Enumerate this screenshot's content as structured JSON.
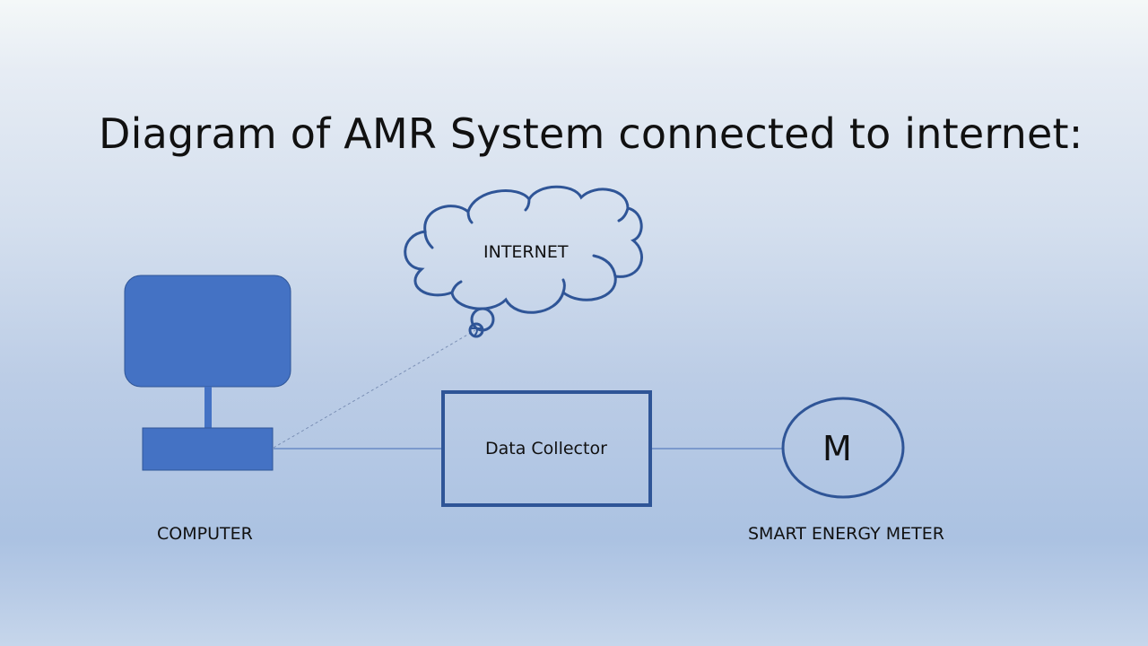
{
  "slide": {
    "title": "Diagram of AMR System connected to internet:"
  },
  "diagram": {
    "nodes": {
      "internet": {
        "label": "INTERNET",
        "shape": "cloud"
      },
      "computer": {
        "label": "COMPUTER",
        "shape": "monitor-and-base"
      },
      "data_collector": {
        "label": "Data Collector",
        "shape": "rectangle"
      },
      "meter": {
        "symbol": "M",
        "label": "SMART ENERGY METER",
        "shape": "circle"
      }
    },
    "edges": [
      {
        "from": "computer",
        "to": "internet",
        "style": "dashed"
      },
      {
        "from": "computer",
        "to": "data_collector",
        "style": "solid"
      },
      {
        "from": "data_collector",
        "to": "meter",
        "style": "solid"
      }
    ],
    "colors": {
      "shape_fill": "#4472c4",
      "shape_stroke": "#2f5597",
      "connector": "#5b7fbf",
      "text": "#111111"
    }
  }
}
